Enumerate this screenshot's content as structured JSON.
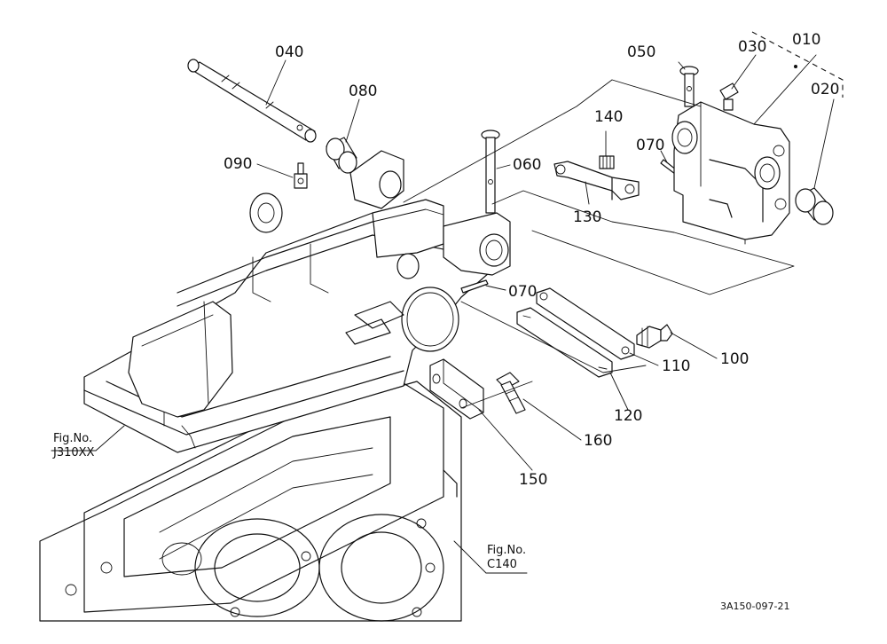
{
  "callouts": [
    {
      "id": "p010",
      "label": "010"
    },
    {
      "id": "p020",
      "label": "020"
    },
    {
      "id": "p030",
      "label": "030"
    },
    {
      "id": "p040",
      "label": "040"
    },
    {
      "id": "p050",
      "label": "050"
    },
    {
      "id": "p060",
      "label": "060"
    },
    {
      "id": "p070a",
      "label": "070"
    },
    {
      "id": "p070b",
      "label": "070"
    },
    {
      "id": "p080",
      "label": "080"
    },
    {
      "id": "p090",
      "label": "090"
    },
    {
      "id": "p100",
      "label": "100"
    },
    {
      "id": "p110",
      "label": "110"
    },
    {
      "id": "p120",
      "label": "120"
    },
    {
      "id": "p130",
      "label": "130"
    },
    {
      "id": "p140",
      "label": "140"
    },
    {
      "id": "p150",
      "label": "150"
    },
    {
      "id": "p160",
      "label": "160"
    }
  ],
  "references": [
    {
      "line1": "Fig.No.",
      "line2": "J310XX"
    },
    {
      "line1": "Fig.No.",
      "line2": "C140"
    }
  ],
  "drawing_code": "3A150-097-21"
}
